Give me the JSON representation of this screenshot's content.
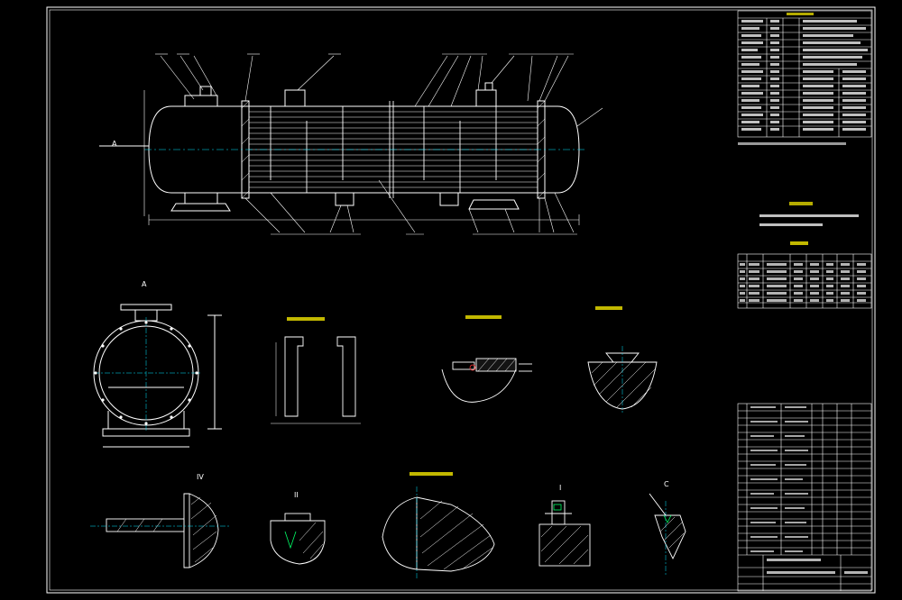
{
  "drawing": {
    "sheet_bg": "#000000",
    "line_color": "#ffffff",
    "accent_yellow": "#f2e600",
    "accent_cyan": "#00e5ff",
    "accent_green": "#00ff66",
    "accent_red": "#ff3030"
  },
  "views": {
    "view_a_label": "A",
    "inlet_label": "A",
    "detail_i_label": "I",
    "detail_ii_label": "II",
    "detail_iv_label": "IV",
    "detail_c_label": "C"
  }
}
